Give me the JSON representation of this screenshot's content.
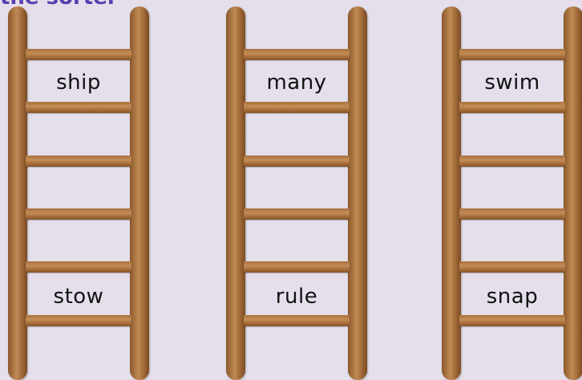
{
  "header": {
    "partial_title": "the sorter"
  },
  "ladders": [
    {
      "top_word": "ship",
      "bottom_word": "stow"
    },
    {
      "top_word": "many",
      "bottom_word": "rule"
    },
    {
      "top_word": "swim",
      "bottom_word": "snap"
    }
  ],
  "colors": {
    "background": "#e4dfeb",
    "wood": "#b07a45",
    "title": "#5a3fae"
  }
}
